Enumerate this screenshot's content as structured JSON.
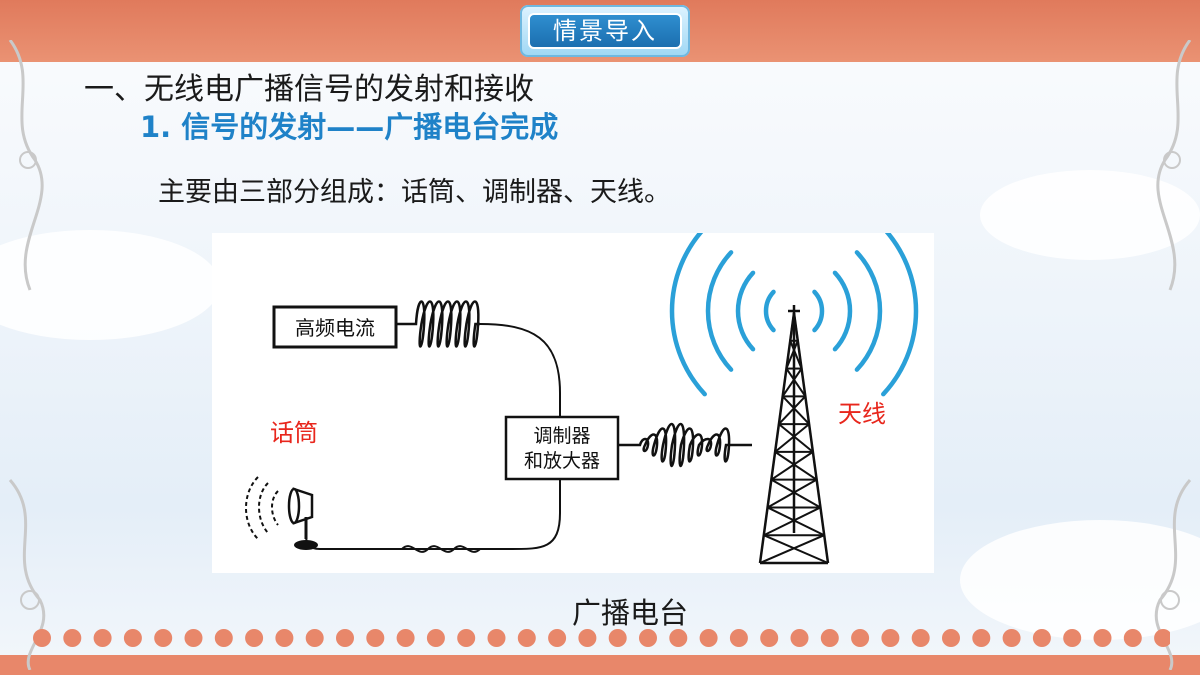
{
  "header": {
    "badge": "情景导入"
  },
  "section": {
    "heading": "一、无线电广播信号的发射和接收",
    "subheading": "1. 信号的发射——广播电台完成",
    "body": "主要由三部分组成：话筒、调制器、天线。"
  },
  "diagram": {
    "box_high_freq": "高频电流",
    "box_modulator_line1": "调制器",
    "box_modulator_line2": "和放大器",
    "label_microphone": "话筒",
    "label_antenna": "天线",
    "label_color": "#e8261c",
    "wave_color": "#2aa0d8"
  },
  "caption": "广播电台",
  "colors": {
    "accent": "#1f82c8",
    "band": "#e07a5c"
  }
}
